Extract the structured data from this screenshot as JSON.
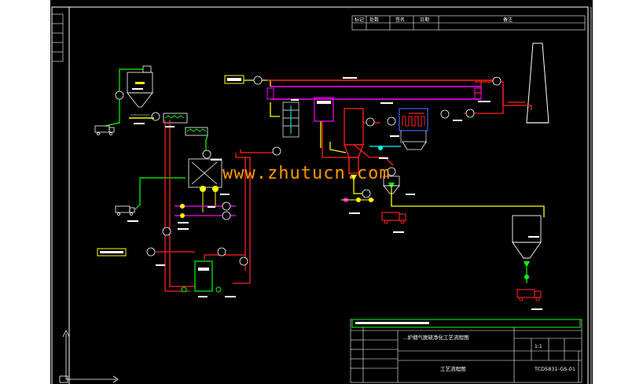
{
  "viewer": {
    "background": "#ffffff",
    "drawing_background": "#000000"
  },
  "watermark": {
    "text": "www.zhutucn.com",
    "color": "#ff9900"
  },
  "title_block": {
    "project_title": "…炉烟气脱硫净化工艺流程图",
    "drawing_name": "工艺流程图",
    "drawing_number": "TCD5831-GS-01",
    "scale": "1:1"
  },
  "revision_block": {
    "headers": [
      "标记",
      "处数",
      "签名",
      "日期",
      "备注"
    ]
  },
  "colors": {
    "line_red": "#ff2020",
    "line_yellow": "#ffff00",
    "line_green": "#00ff00",
    "line_magenta": "#ff00ff",
    "line_cyan": "#00ffff",
    "line_blue": "#3366ff",
    "line_white": "#ffffff"
  },
  "icons": [
    "truck-icon",
    "silo-icon",
    "chimney-icon",
    "pump-icon",
    "valve-icon",
    "crosshair-icon"
  ]
}
